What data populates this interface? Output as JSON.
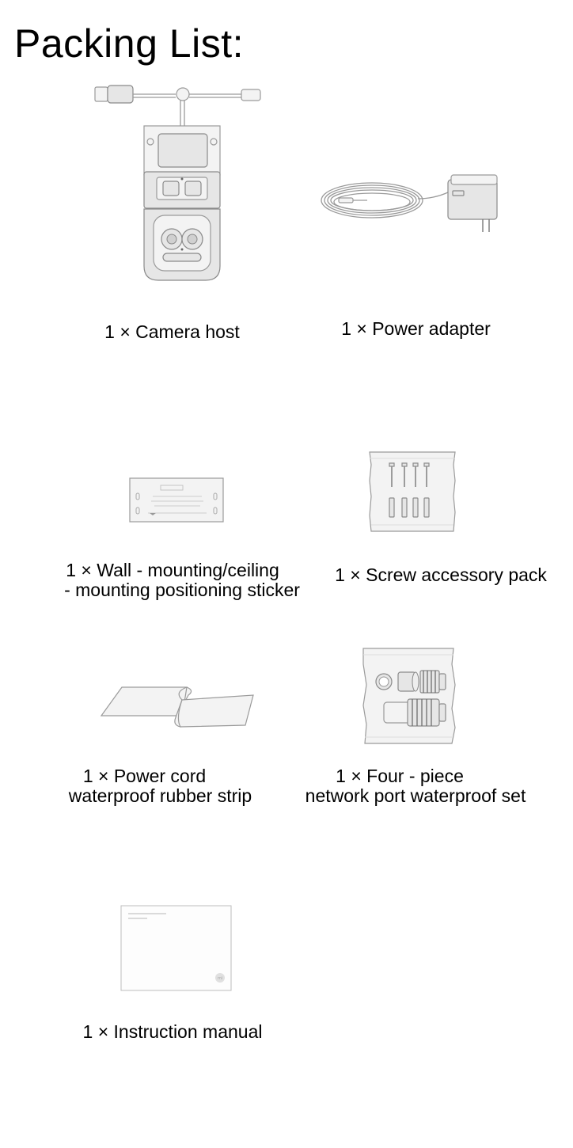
{
  "page": {
    "title": "Packing List:"
  },
  "items": [
    {
      "id": "camera-host",
      "lines": [
        "1 × Camera host"
      ],
      "icon": "camera-icon"
    },
    {
      "id": "power-adapter",
      "lines": [
        "1 × Power adapter"
      ],
      "icon": "power-adapter-icon"
    },
    {
      "id": "positioning-sticker",
      "lines": [
        "1 × Wall - mounting/ceiling",
        "- mounting positioning sticker"
      ],
      "icon": "sticker-icon"
    },
    {
      "id": "screw-pack",
      "lines": [
        "1 × Screw accessory pack"
      ],
      "icon": "screw-pack-icon"
    },
    {
      "id": "rubber-strip",
      "lines": [
        "1 × Power cord",
        "waterproof rubber strip"
      ],
      "icon": "rubber-strip-icon"
    },
    {
      "id": "waterproof-set",
      "lines": [
        "1 × Four - piece",
        "network port waterproof set"
      ],
      "icon": "waterproof-set-icon"
    },
    {
      "id": "manual",
      "lines": [
        "1 × Instruction manual"
      ],
      "icon": "manual-icon"
    }
  ]
}
